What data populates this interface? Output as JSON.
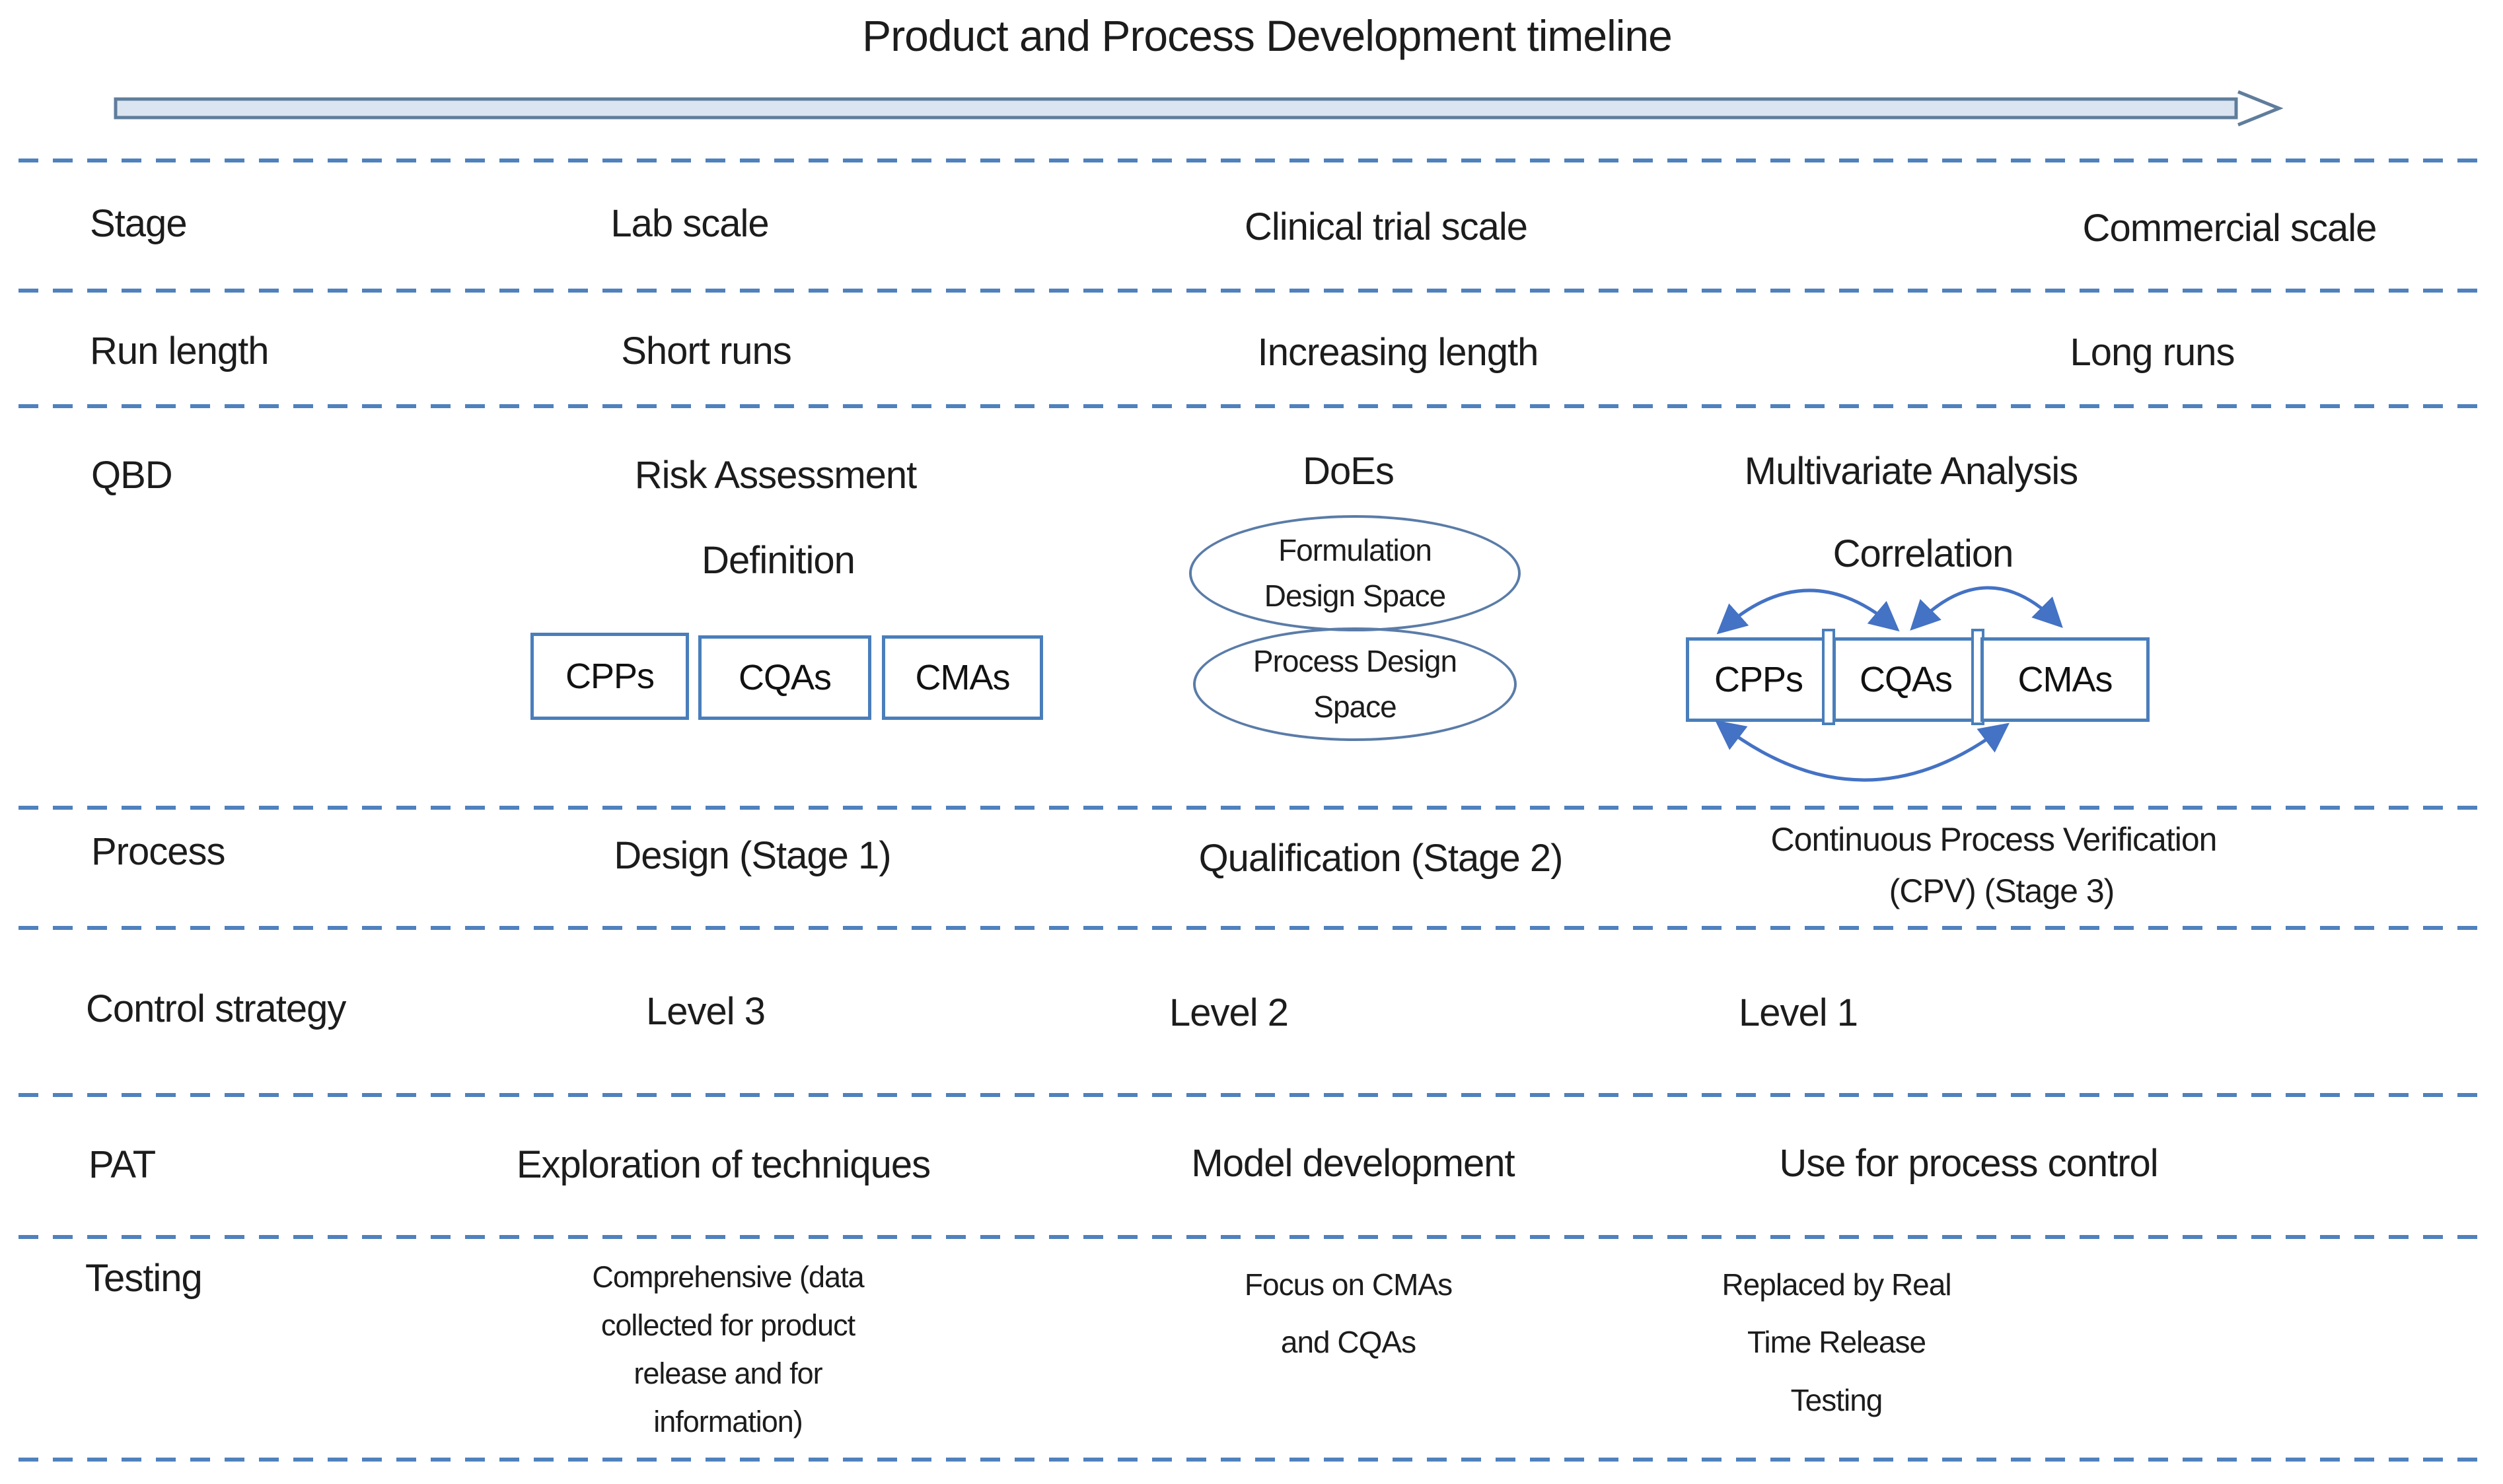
{
  "title": "Product and Process Development timeline",
  "icons": {
    "timeline_arrow": "horizontal-right-open-arrow",
    "correlation_arcs": "curved-double-headed-arrows"
  },
  "colors": {
    "divider_dash": "#4f81bd",
    "arrow_outline": "#5f7d9c",
    "arrow_fill": "#dbe5f1",
    "shape_border": "#4a7ebb",
    "ellipse_border": "#5a7ca8",
    "arc_arrow": "#4472c4",
    "text": "#1c1c1c"
  },
  "rows": {
    "stage": {
      "label": "Stage",
      "lab": "Lab scale",
      "clinical": "Clinical trial scale",
      "commercial": "Commercial scale"
    },
    "run_length": {
      "label": "Run length",
      "lab": "Short runs",
      "clinical": "Increasing length",
      "commercial": "Long runs"
    },
    "qbd": {
      "label": "QBD",
      "lab": {
        "heading": "Risk Assessment",
        "subheading": "Definition",
        "boxes": [
          "CPPs",
          "CQAs",
          "CMAs"
        ]
      },
      "clinical": {
        "heading": "DoEs",
        "formulation_ellipse": [
          "Formulation",
          "Design Space"
        ],
        "process_ellipse": [
          "Process Design",
          "Space"
        ]
      },
      "commercial": {
        "heading": "Multivariate Analysis",
        "subheading": "Correlation",
        "boxes": [
          "CPPs",
          "CQAs",
          "CMAs"
        ]
      }
    },
    "process": {
      "label": "Process",
      "lab": "Design (Stage 1)",
      "clinical": "Qualification (Stage 2)",
      "commercial": [
        "Continuous Process Verification",
        "(CPV) (Stage 3)"
      ]
    },
    "control_strategy": {
      "label": "Control strategy",
      "lab": "Level 3",
      "clinical": "Level 2",
      "commercial": "Level 1"
    },
    "pat": {
      "label": "PAT",
      "lab": "Exploration of techniques",
      "clinical": "Model development",
      "commercial": "Use for process control"
    },
    "testing": {
      "label": "Testing",
      "lab": [
        "Comprehensive (data",
        "collected for product",
        "release and for",
        "information)"
      ],
      "clinical": [
        "Focus on CMAs",
        "and CQAs"
      ],
      "commercial": [
        "Replaced by Real",
        "Time Release",
        "Testing"
      ]
    }
  }
}
